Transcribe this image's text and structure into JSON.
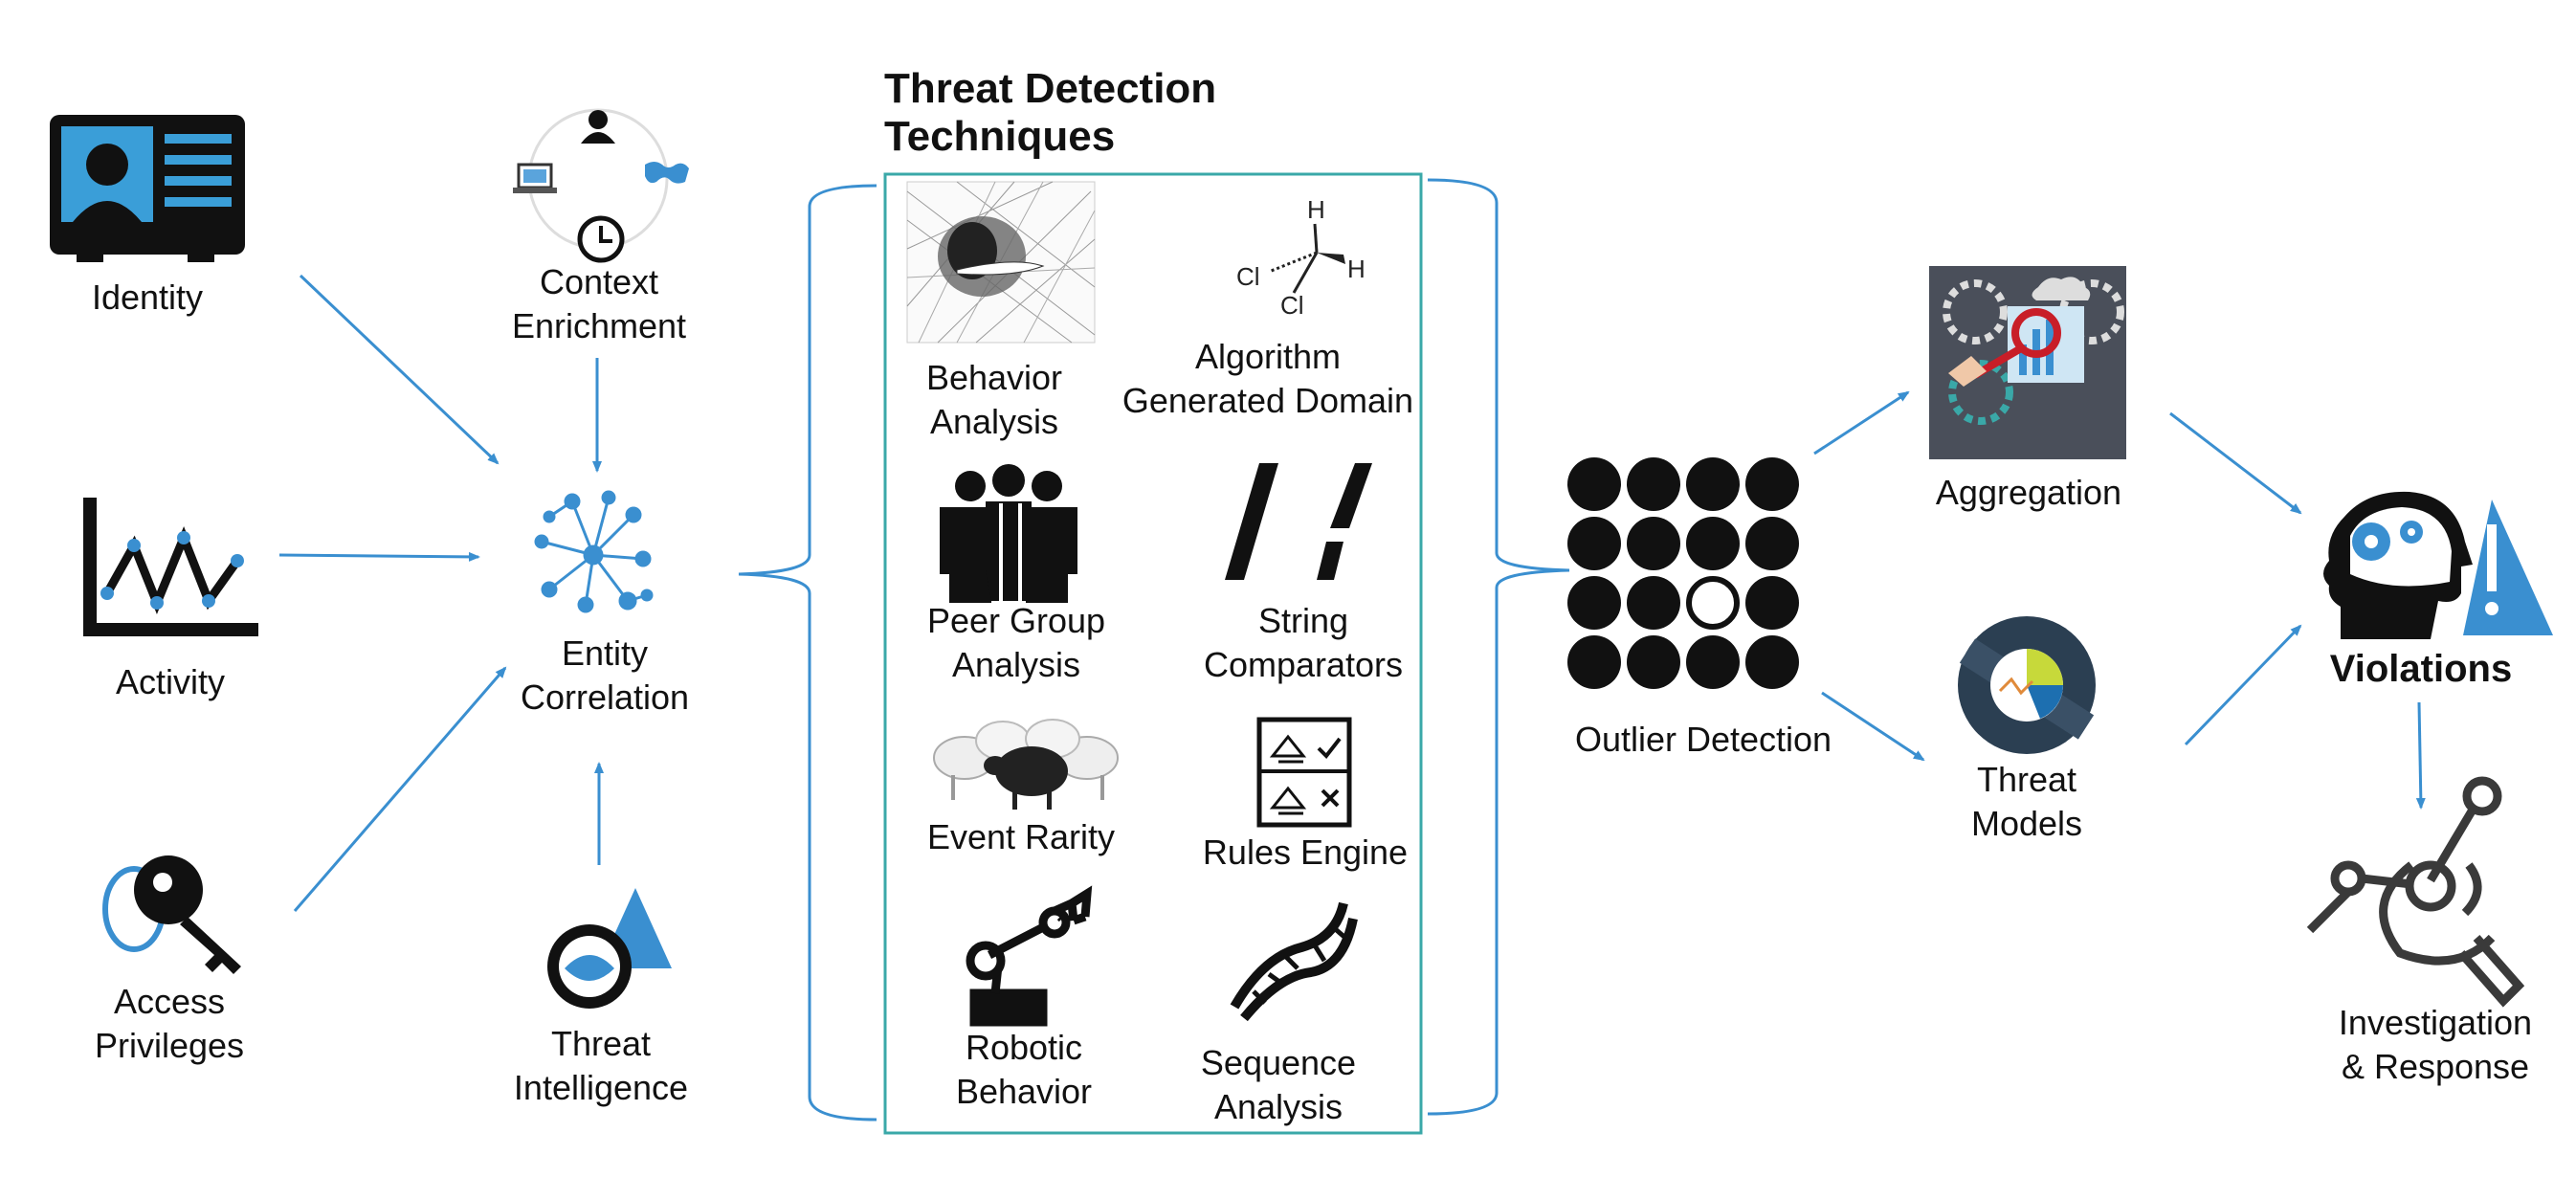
{
  "title": "Threat Detection Techniques",
  "inputs": {
    "identity": "Identity",
    "activity": "Activity",
    "access": "Access\nPrivileges",
    "context": "Context\nEnrichment",
    "intel": "Threat\nIntelligence"
  },
  "correlation": "Entity\nCorrelation",
  "techniques": {
    "behavior": "Behavior\nAnalysis",
    "algorithm": "Algorithm\nGenerated Domain",
    "peer": "Peer Group\nAnalysis",
    "string": "String\nComparators",
    "rarity": "Event Rarity",
    "rules": "Rules Engine",
    "robotic": "Robotic\nBehavior",
    "sequence": "Sequence\nAnalysis"
  },
  "outlier": "Outlier Detection",
  "risk": "Aggregation",
  "threat_models": "Threat\nModels",
  "violations": "Violations",
  "investigation": "Investigation\n& Response",
  "colors": {
    "accent": "#3a8fd0",
    "box_border": "#3aa8a8",
    "dark": "#111111",
    "risk_bg": "#4a4f5a"
  }
}
